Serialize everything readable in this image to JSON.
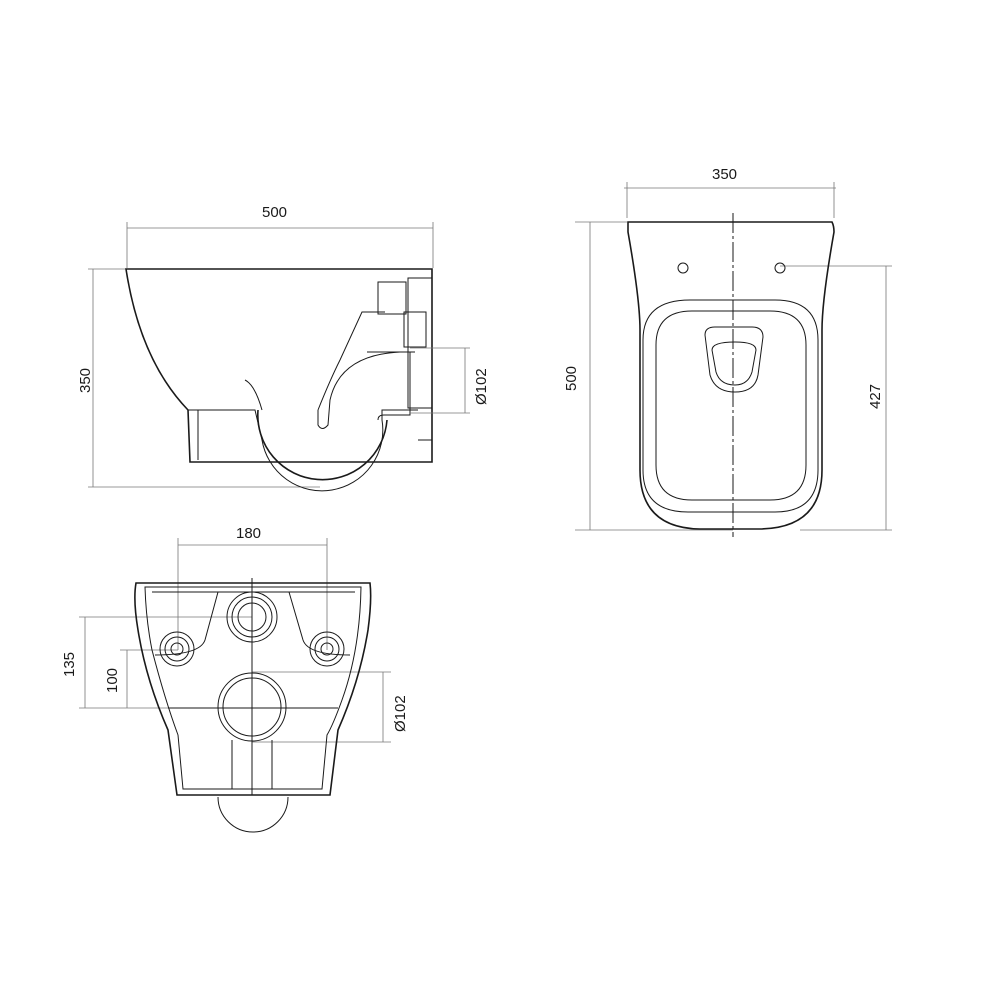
{
  "side_view": {
    "width_label": "500",
    "height_label": "350",
    "outlet_label": "Ø102"
  },
  "top_view": {
    "width_label": "350",
    "length_label": "500",
    "depth_label": "427"
  },
  "rear_view": {
    "spacing_label": "180",
    "height_upper_label": "135",
    "height_lower_label": "100",
    "outlet_label": "Ø102"
  }
}
